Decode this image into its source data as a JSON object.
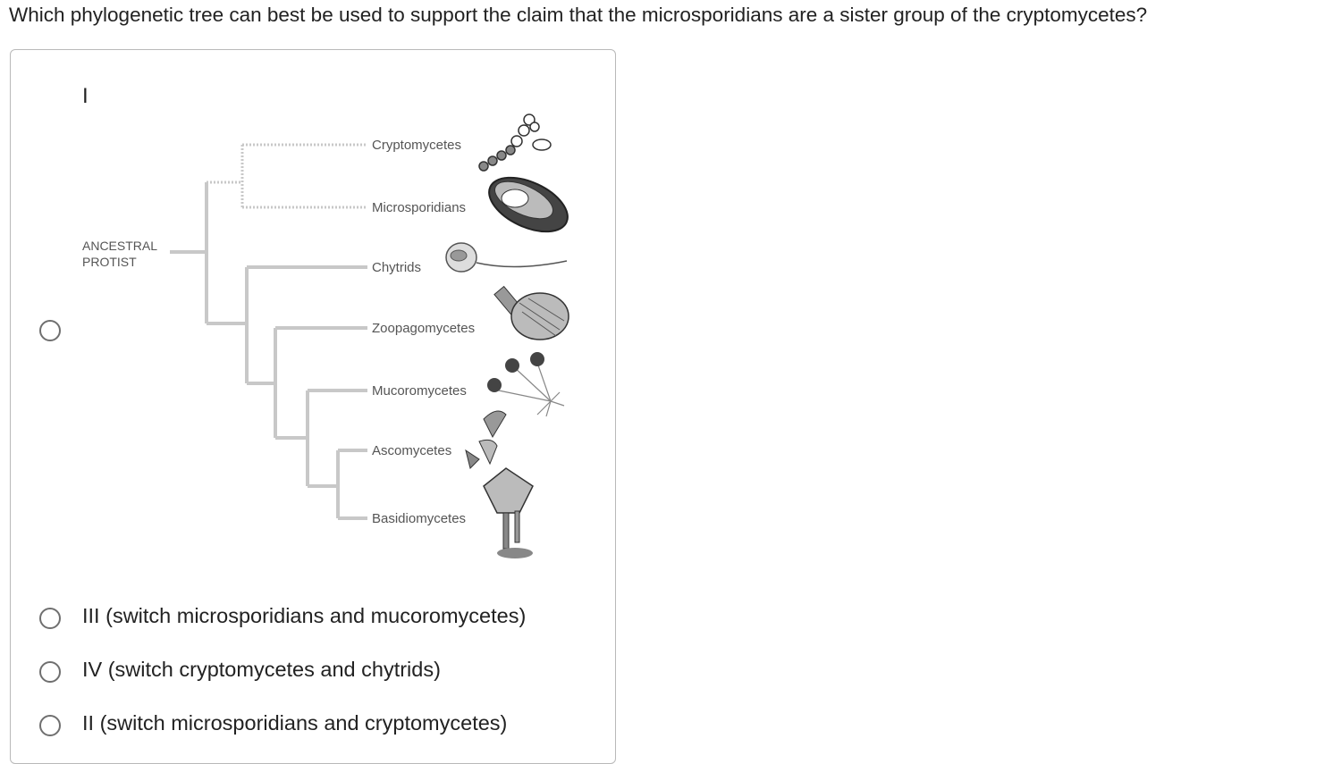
{
  "question": {
    "text": "Which phylogenetic tree can best be used to support the claim that the microsporidians are a sister group of the cryptomycetes?"
  },
  "options": [
    {
      "label": "I",
      "figure": {
        "root_label_line1": "ANCESTRAL",
        "root_label_line2": "PROTIST",
        "taxa": [
          "Cryptomycetes",
          "Microsporidians",
          "Chytrids",
          "Zoopagomycetes",
          "Mucoromycetes",
          "Ascomycetes",
          "Basidiomycetes"
        ]
      }
    },
    {
      "label": "III (switch microsporidians and mucoromycetes)"
    },
    {
      "label": "IV (switch cryptomycetes and chytrids)"
    },
    {
      "label": "II (switch microsporidians and cryptomycetes)"
    }
  ],
  "colors": {
    "tree_line": "#c8c8c8",
    "radio_border": "#6f6f6f",
    "box_border": "#b9b9b9"
  }
}
